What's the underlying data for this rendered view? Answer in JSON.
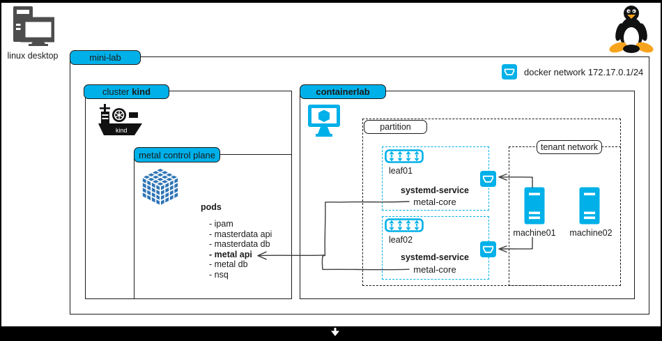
{
  "colors": {
    "accent": "#00b0e8",
    "cube_blue": "#2e74b5",
    "icon_gray": "#4d4d4d",
    "connector": "#3d3d3d"
  },
  "desktop": {
    "label": "linux desktop"
  },
  "minilab": {
    "label": "mini-lab"
  },
  "cluster_kind": {
    "label_prefix": "cluster",
    "label_bold": "kind"
  },
  "kind_logo": {
    "text": "kind"
  },
  "metal_control_plane": {
    "label": "metal control plane",
    "pods_title": "pods",
    "pods": [
      "- ipam",
      "- masterdata api",
      "- masterdata db",
      "- metal api",
      "- metal db",
      "- nsq"
    ]
  },
  "containerlab": {
    "label": "containerlab"
  },
  "docker_network": {
    "label": "docker network 172.17.0.1/24"
  },
  "partition": {
    "label": "partition"
  },
  "leaf01": {
    "name": "leaf01",
    "service_title": "systemd-service",
    "service_name": "metal-core"
  },
  "leaf02": {
    "name": "leaf02",
    "service_title": "systemd-service",
    "service_name": "metal-core"
  },
  "tenant_network": {
    "label": "tenant network"
  },
  "machine01": {
    "label": "machine01"
  },
  "machine02": {
    "label": "machine02"
  }
}
